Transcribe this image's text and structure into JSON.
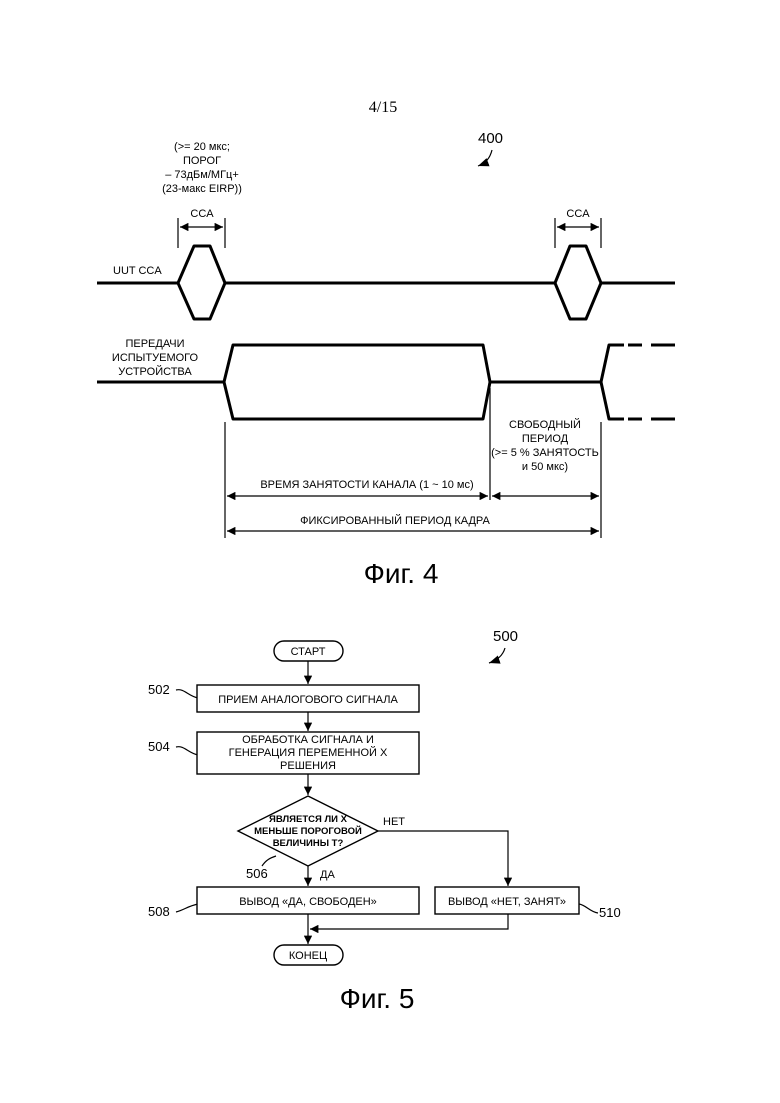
{
  "page_number": "4/15",
  "fig4": {
    "ref": "400",
    "cca_note": [
      "(>= 20 мкс;",
      "ПОРОГ",
      "– 73дБм/МГц+",
      "(23-макс EIRP))"
    ],
    "cca_label": "CCA",
    "uut_cca_label": "UUT CCA",
    "transmissions_label": [
      "ПЕРЕДАЧИ",
      "ИСПЫТУЕМОГО",
      "УСТРОЙСТВА"
    ],
    "idle_period": [
      "СВОБОДНЫЙ",
      "ПЕРИОД",
      "(>= 5 % ЗАНЯТОСТЬ",
      "и 50 мкс)"
    ],
    "channel_occupancy": "ВРЕМЯ ЗАНЯТОСТИ КАНАЛА (1 ~ 10 мс)",
    "fixed_frame": "ФИКСИРОВАННЫЙ ПЕРИОД КАДРА",
    "caption": "Фиг. 4"
  },
  "fig5": {
    "ref": "500",
    "start": "СТАРТ",
    "step_502_ref": "502",
    "step_502": "ПРИЕМ АНАЛОГОВОГО СИГНАЛА",
    "step_504_ref": "504",
    "step_504": [
      "ОБРАБОТКА СИГНАЛА И",
      "ГЕНЕРАЦИЯ ПЕРЕМЕННОЙ X",
      "РЕШЕНИЯ"
    ],
    "decision_ref": "506",
    "decision": [
      "ЯВЛЯЕТСЯ ЛИ X",
      "МЕНЬШЕ ПОРОГОВОЙ",
      "ВЕЛИЧИНЫ T?"
    ],
    "no_label": "НЕТ",
    "yes_label": "ДА",
    "step_508_ref": "508",
    "step_508": "ВЫВОД «ДА, СВОБОДЕН»",
    "step_510_ref": "510",
    "step_510": "ВЫВОД «НЕТ, ЗАНЯТ»",
    "end": "КОНЕЦ",
    "caption": "Фиг. 5"
  }
}
